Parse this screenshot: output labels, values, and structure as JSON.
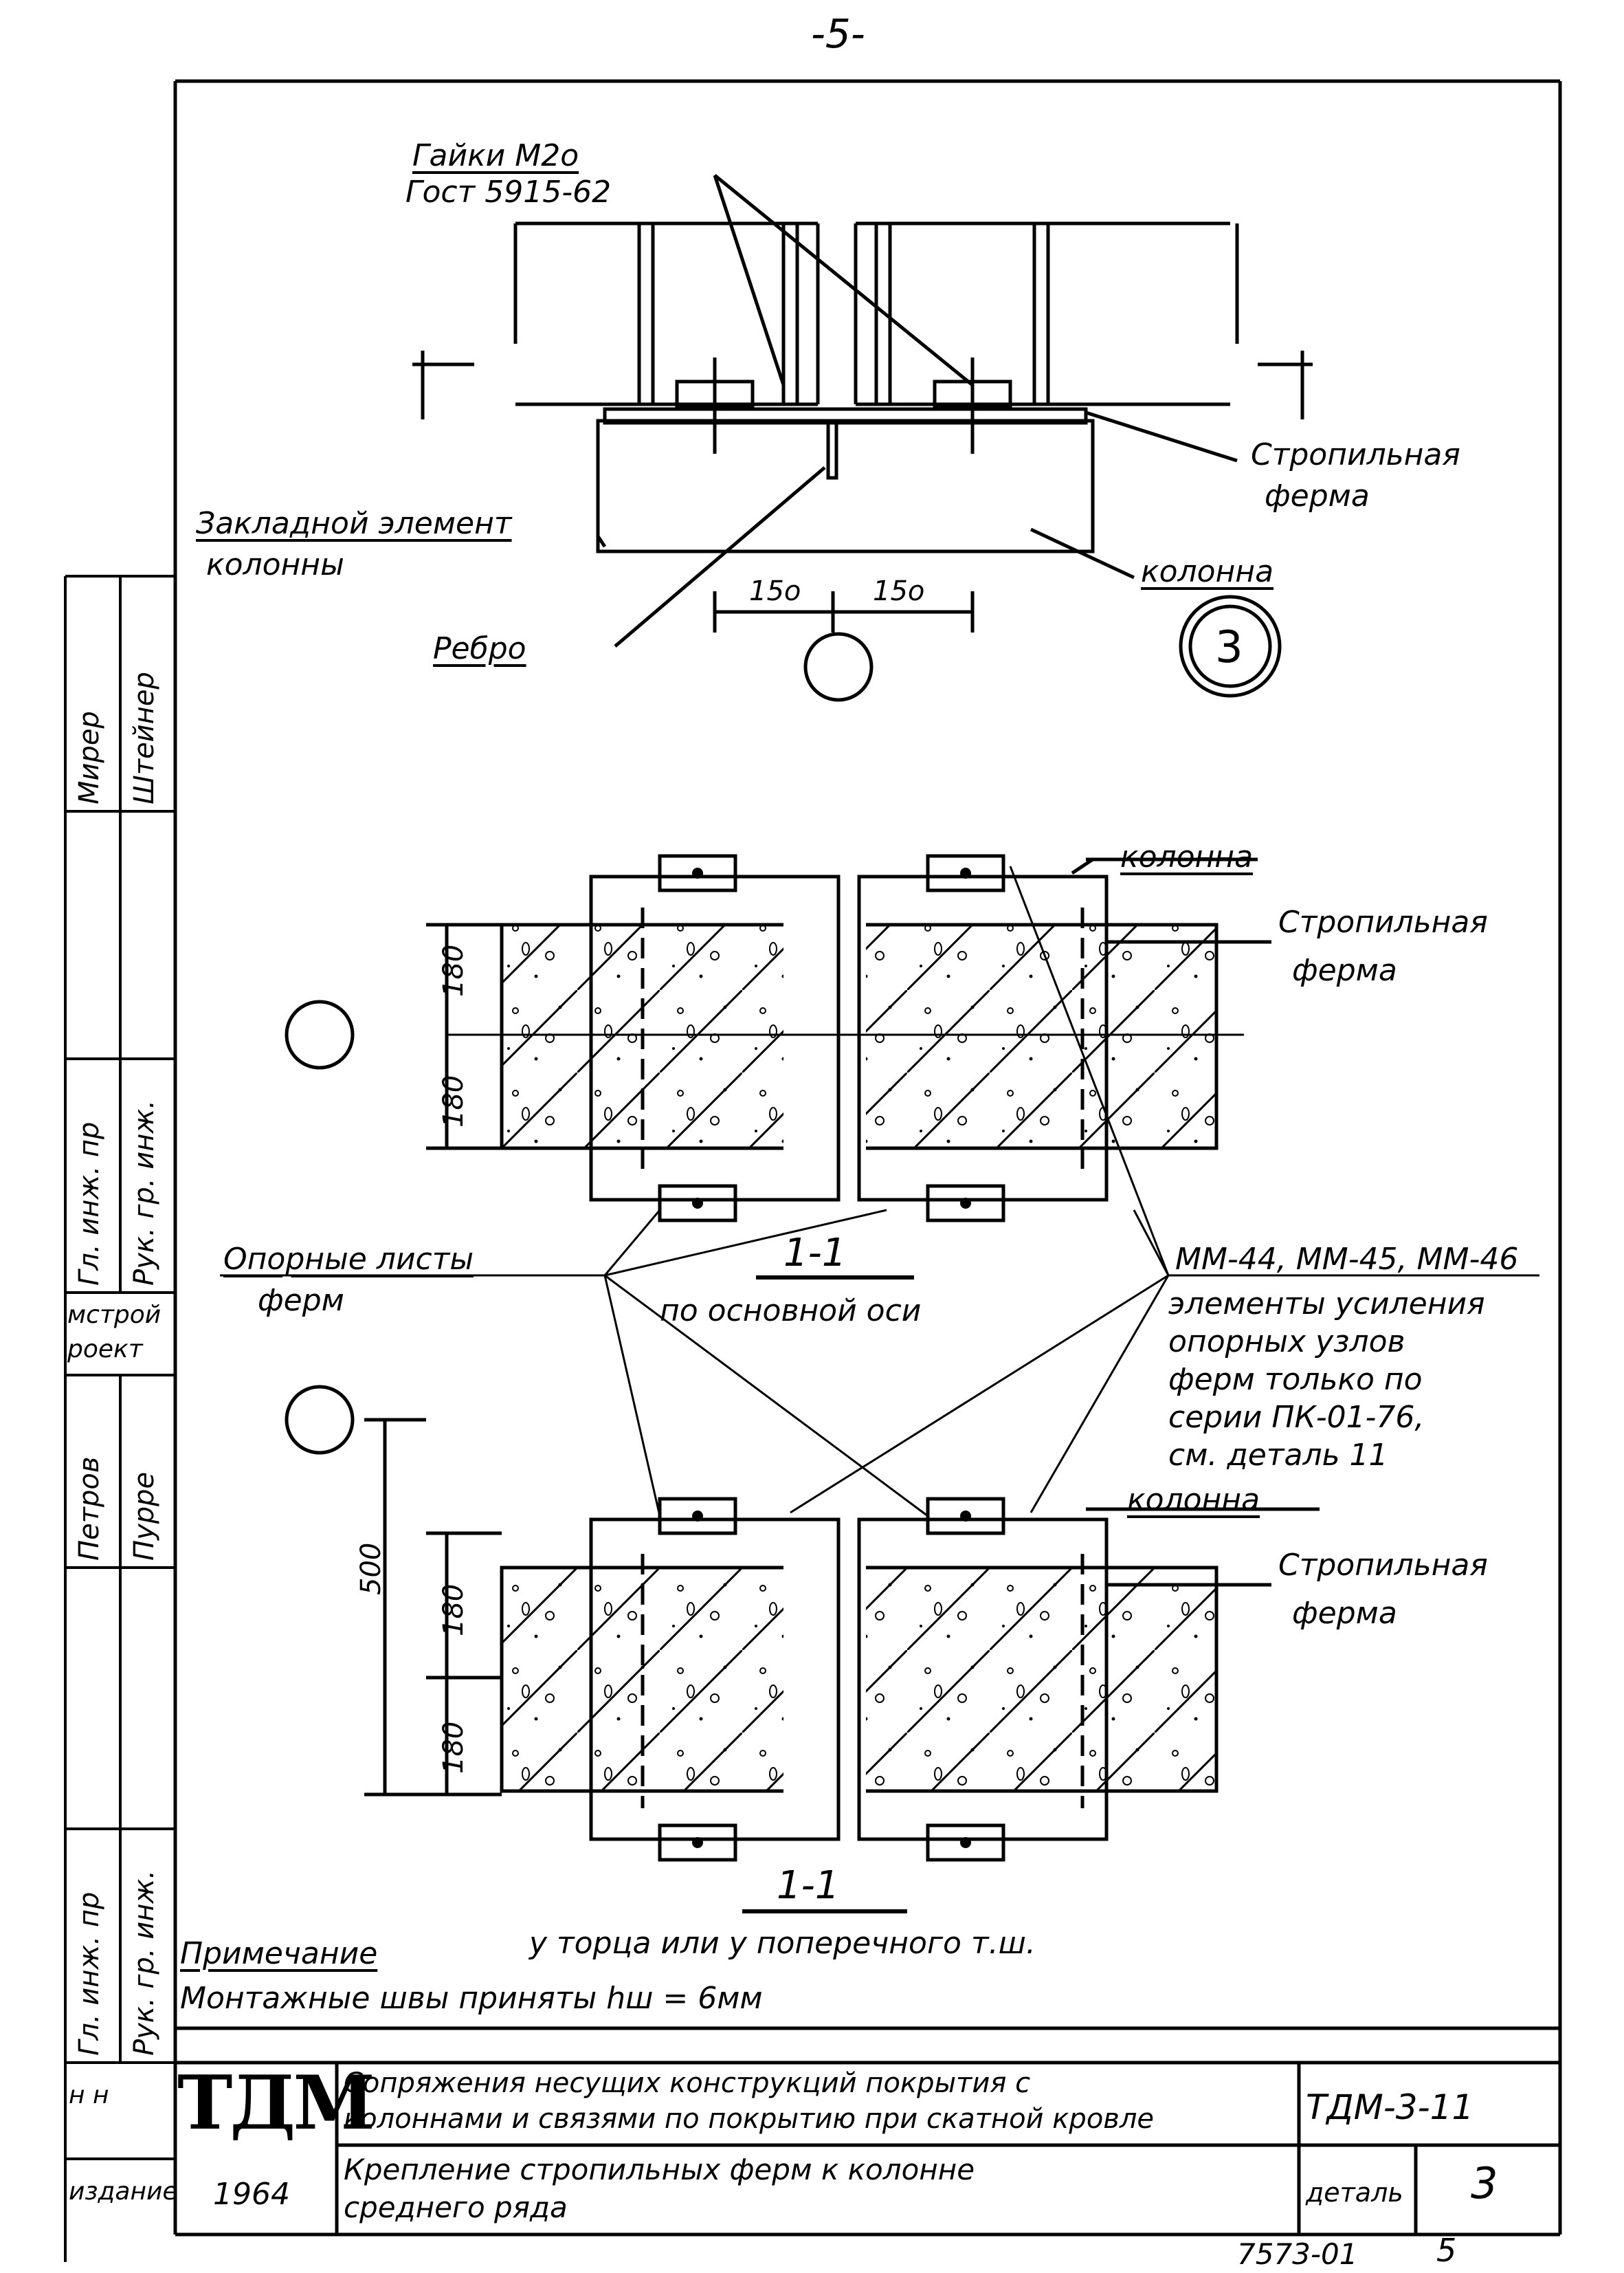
{
  "page_number": "-5-",
  "plan_view": {
    "nuts_label": "Гайки М2о",
    "gost_label": "Гост 5915-62",
    "truss_label": [
      "Стропильная",
      "ферма"
    ],
    "embed_label": [
      "Закладной элемент",
      "колонны"
    ],
    "column_label": "колонна",
    "rib_label": "Ребро",
    "dim_left": "15о",
    "dim_right": "15о",
    "detail_number": "3"
  },
  "section_top": {
    "column_label": "колонна",
    "truss_label": [
      "Стропильная",
      "ферма"
    ],
    "dim_top": "180",
    "dim_bottom": "180",
    "section_mark": "1-1",
    "section_caption": "по основной оси"
  },
  "section_bottom": {
    "column_label": "колонна",
    "truss_label": [
      "Стропильная",
      "ферма"
    ],
    "dim_total": "500",
    "dim_top": "180",
    "dim_bottom": "180",
    "section_mark": "1-1"
  },
  "callouts": {
    "support_sheets": [
      "Опорные листы",
      "ферм"
    ],
    "elements_title": "ММ-44, ММ-45, ММ-46",
    "elements_text": [
      "элементы усиления",
      "опорных узлов",
      "ферм только по",
      "серии ПК-01-76,",
      "см. деталь 11"
    ]
  },
  "notes": {
    "title": "Примечание",
    "line1": "у торца или у поперечного т.ш.",
    "line2": "Монтажные швы приняты hш = 6мм"
  },
  "side_stamp": {
    "r1": "Мирер",
    "r2": "Штейнер",
    "r3": "Гл. инж. пр",
    "r4": "Рук. гр. инж.",
    "org1": "мстрой",
    "org2": "роект",
    "r5": "Петров",
    "r6": "Пурре",
    "r7": "Гл. инж. пр",
    "r8": "Рук. гр. инж.",
    "r9": "н н",
    "r10": "издание"
  },
  "title_block": {
    "logo": "ТДМ",
    "year": "1964",
    "title_line1": "Сопряжения несущих конструкций покрытия с",
    "title_line2": "колоннами и связями по покрытию при скатной кровле",
    "subtitle_line1": "Крепление стропильных ферм к колонне",
    "subtitle_line2": "среднего ряда",
    "code": "ТДМ-3-11",
    "detail_label": "деталь",
    "detail_value": "3",
    "sheet_code": "7573-01",
    "sheet_num": "5"
  }
}
